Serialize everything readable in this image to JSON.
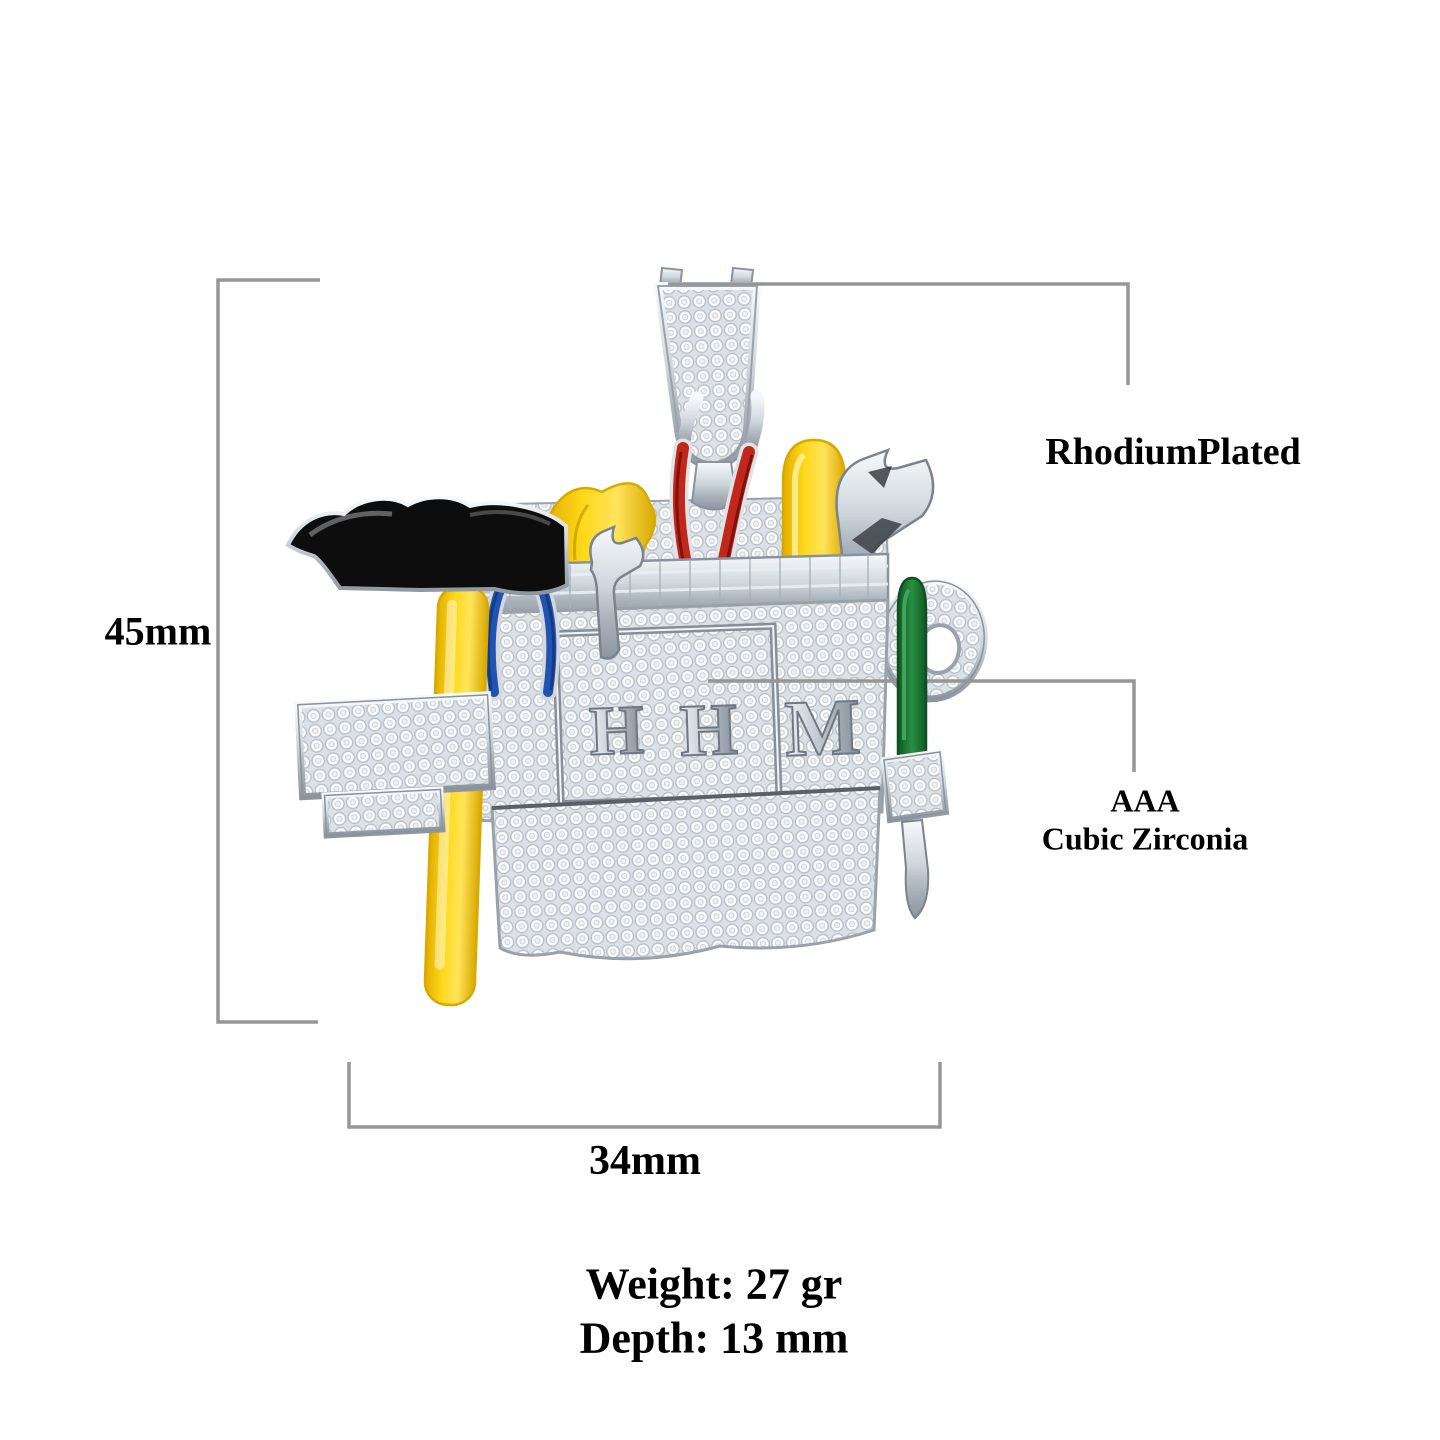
{
  "annotations": {
    "height_label": "45mm",
    "width_label": "34mm",
    "plating_label": "RhodiumPlated",
    "stone_grade": "AAA",
    "stone_type": "Cubic Zirconia",
    "weight_label": "Weight: 27 gr",
    "depth_label": "Depth: 13 mm"
  },
  "pendant": {
    "letters": [
      "H",
      "H",
      "M"
    ],
    "kind": "iced-out toolbox pendant with enamel tools"
  },
  "colors": {
    "background": "#ffffff",
    "annotation_line": "#969696",
    "text": "#000000",
    "enamel_yellow": "#ffd60a",
    "enamel_red": "#c1271b",
    "enamel_blue": "#2153b0",
    "enamel_green": "#1d7a33",
    "enamel_black": "#0d0d0d",
    "metal_silver": "#c6ccd2"
  }
}
